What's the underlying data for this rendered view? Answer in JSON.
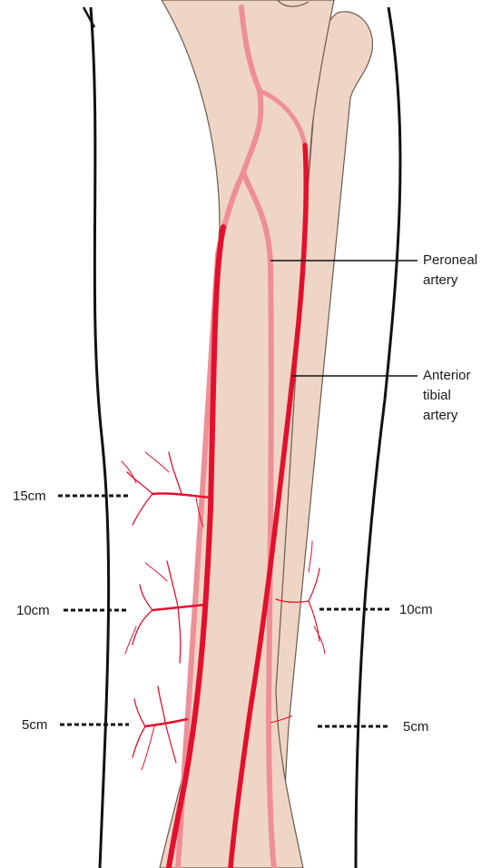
{
  "labels": {
    "peroneal_line1": "Peroneal",
    "peroneal_line2": "artery",
    "anterior_line1": "Anterior",
    "anterior_line2": "tibial",
    "anterior_line3": "artery"
  },
  "markers": {
    "left_15": "15cm",
    "left_10": "10cm",
    "left_5": "5cm",
    "right_10": "10cm",
    "right_5": "5cm"
  },
  "colors": {
    "bone": "#efd5c5",
    "bone_outline": "#6b5a4e",
    "artery": "#e3102d",
    "peroneal": "#ee8f97",
    "skin_outline": "#111111"
  }
}
